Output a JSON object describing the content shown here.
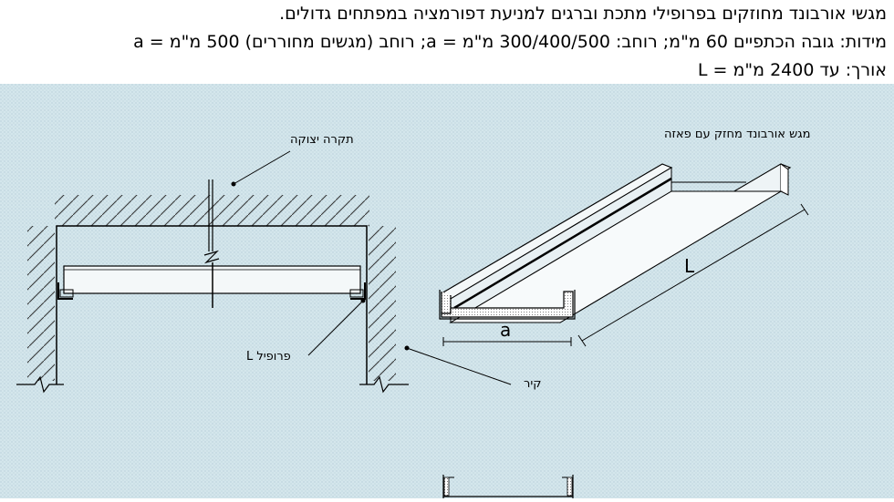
{
  "header": {
    "line1": "מגשי אורבונד מחוזקים בפרופילי מתכת וברגים למניעת דפורמציה במפתחים גדולים.",
    "line2": "מידות: גובה הכתפיים 60 מ\"מ; רוחב: 300/400/500 מ\"מ = a; רוחב (מגשים מחוררים) 500 מ\"מ = a",
    "line3": "אורך: עד 2400 מ\"מ = L"
  },
  "labels": {
    "ceiling": "תקרה יצוקה",
    "l_profile": "פרופיל L",
    "wall": "קיר",
    "tray": "מגש אורבונד מחזק עם פאזה",
    "dim_a": "a",
    "dim_L": "L"
  },
  "colors": {
    "background": "#cfe3ea",
    "line": "#000000",
    "hatch": "#333333"
  }
}
